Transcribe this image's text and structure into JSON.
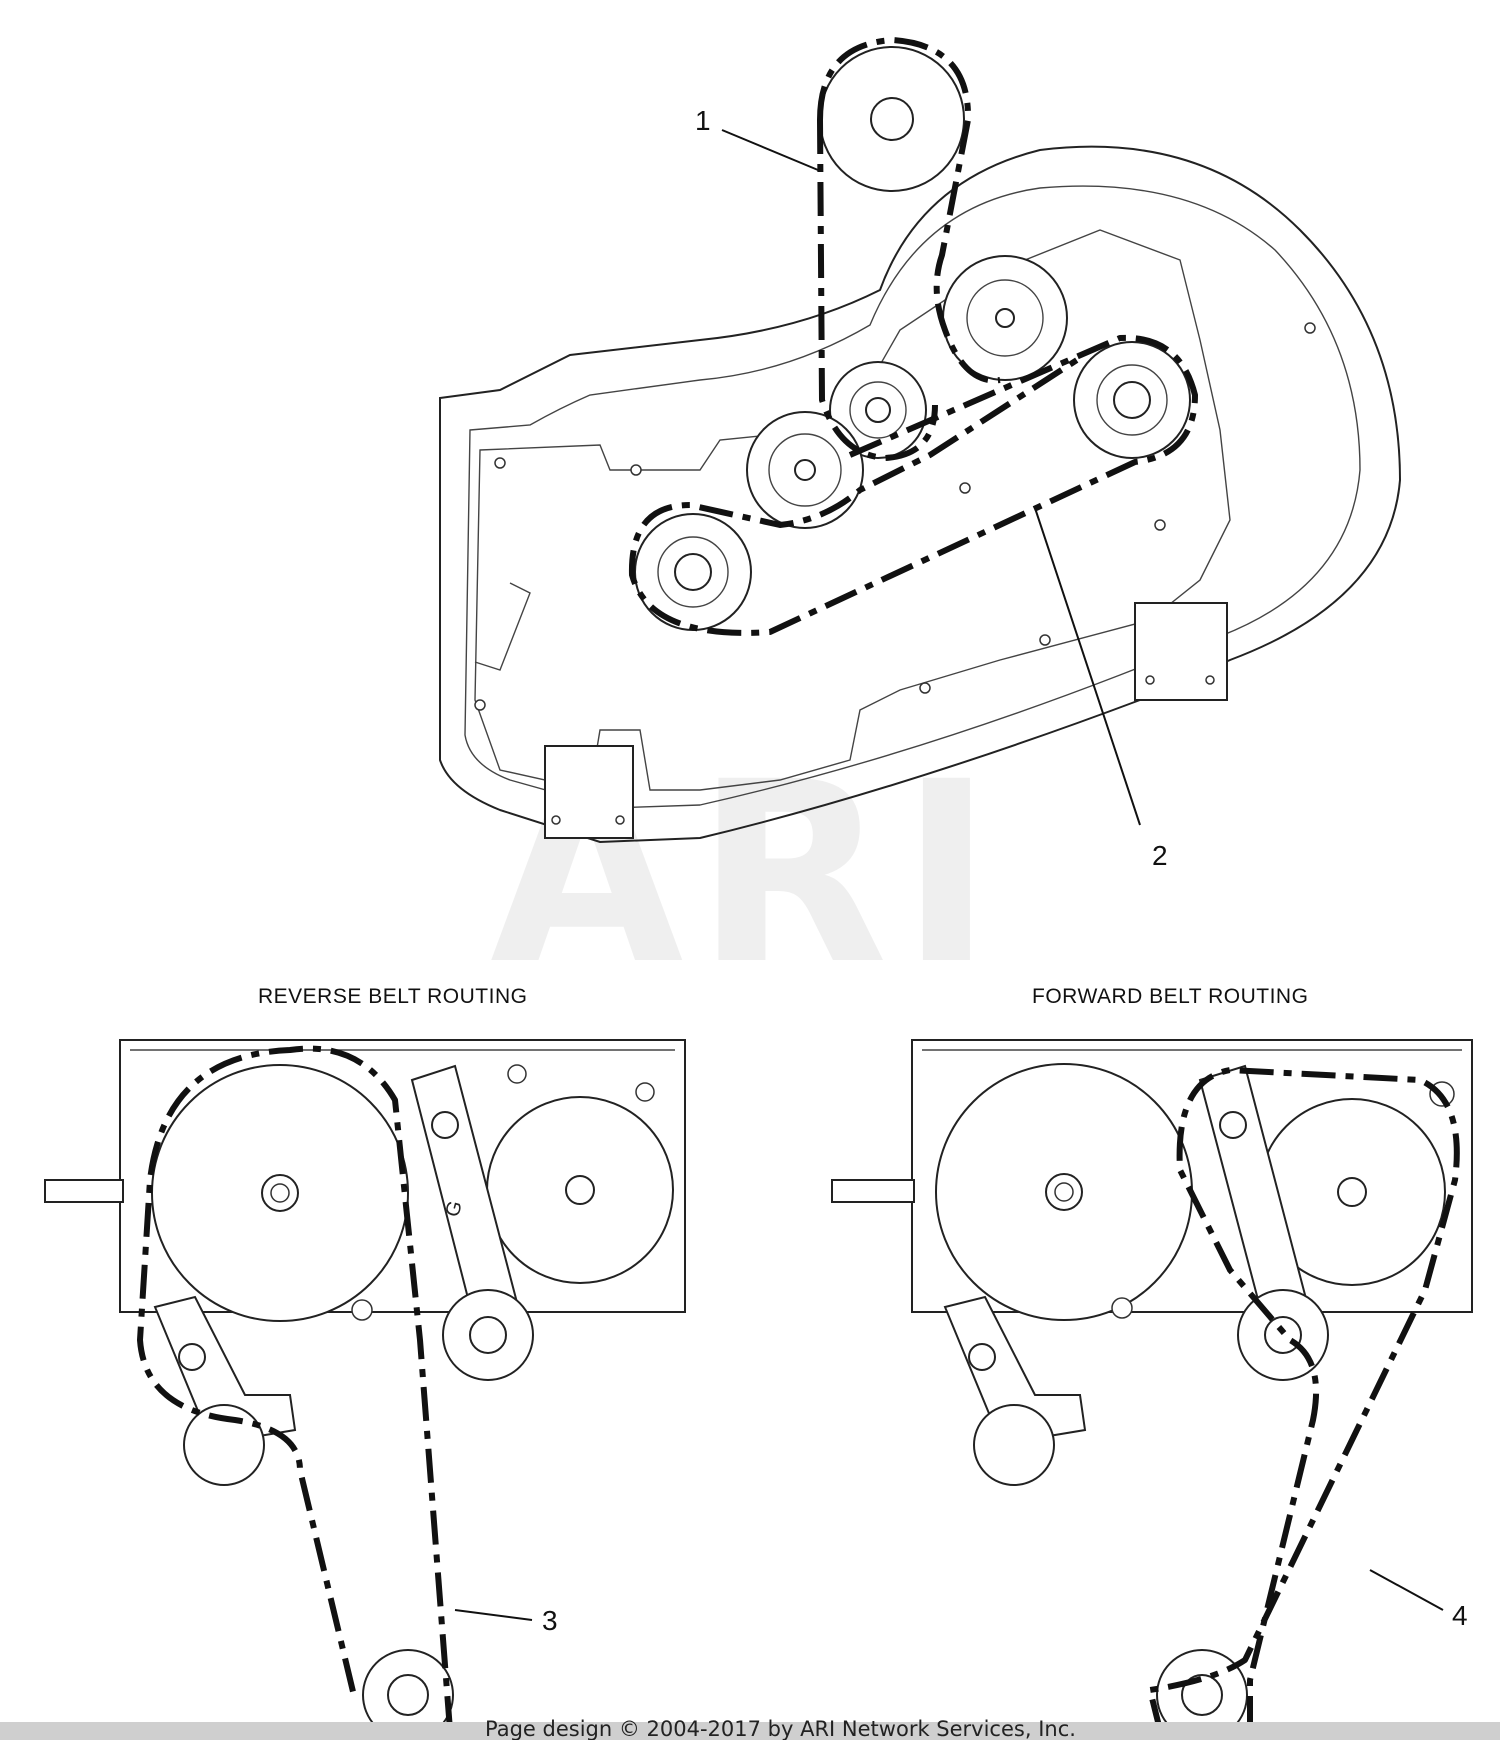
{
  "callouts": {
    "c1": "1",
    "c2": "2",
    "c3": "3",
    "c4": "4"
  },
  "captions": {
    "reverse": "REVERSE BELT ROUTING",
    "forward": "FORWARD BELT ROUTING"
  },
  "watermark": "ARI",
  "footer": "Page design © 2004-2017 by ARI Network Services, Inc."
}
